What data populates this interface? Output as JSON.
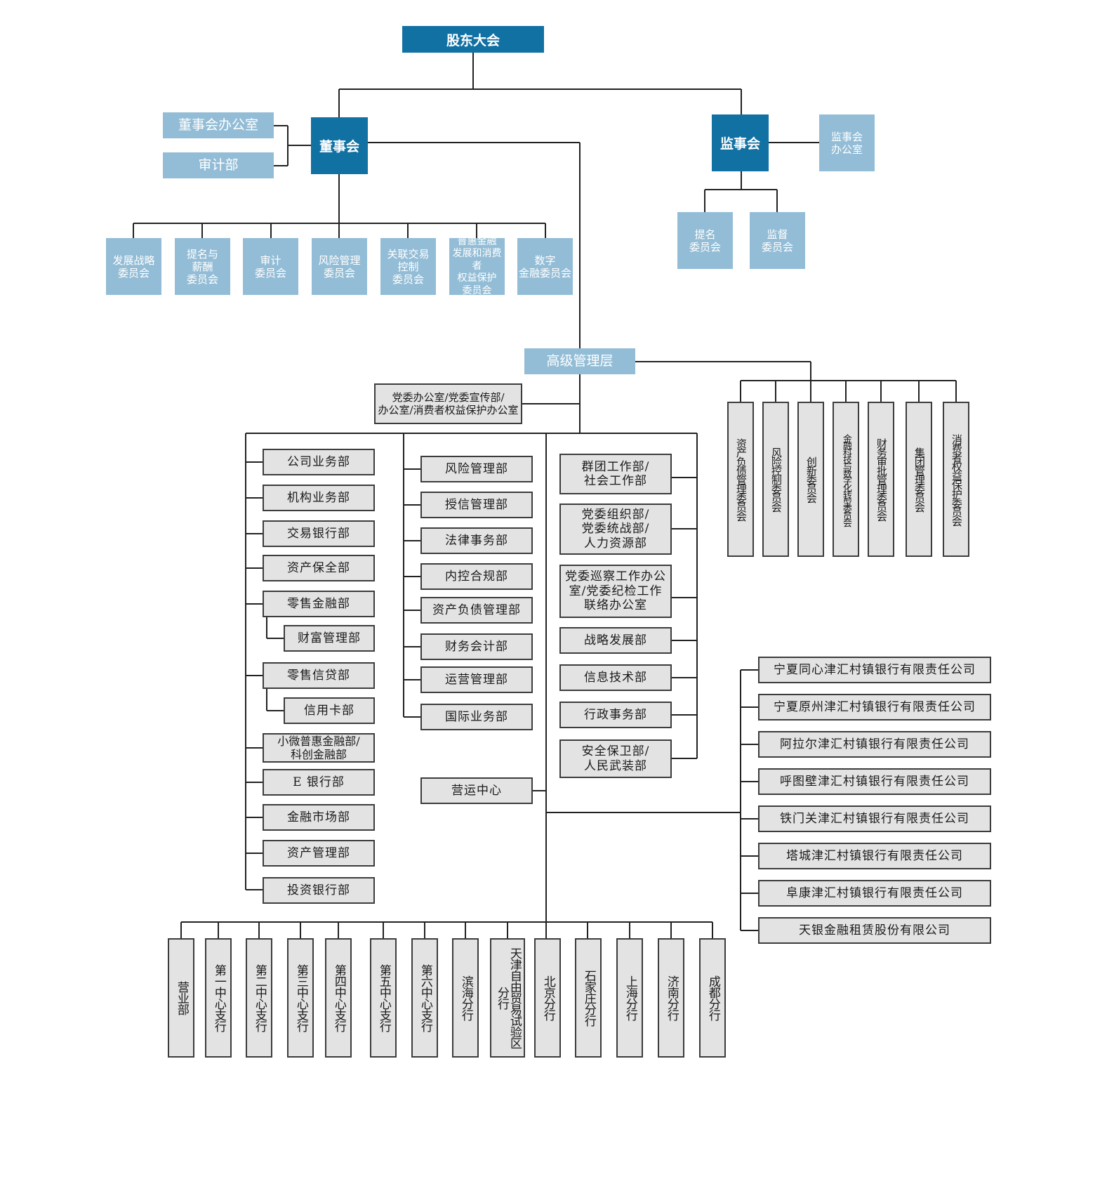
{
  "top": {
    "shareholders": "股东大会"
  },
  "board": {
    "name": "董事会",
    "office": "董事会办公室",
    "audit": "审计部",
    "committees": [
      "发展战略\n委员会",
      "提名与\n薪酬\n委员会",
      "审计\n委员会",
      "风险管理\n委员会",
      "关联交易\n控制\n委员会",
      "普惠金融\n发展和消费者\n权益保护\n委员会",
      "数字\n金融委员会"
    ]
  },
  "supervisory": {
    "name": "监事会",
    "office": "监事会\n办公室",
    "committees": [
      "提名\n委员会",
      "监督\n委员会"
    ]
  },
  "senior": {
    "name": "高级管理层",
    "party_office": "党委办公室/党委宣传部/\n办公室/消费者权益保护办公室",
    "committees": [
      "资产负债管理委员会",
      "风险控制委员会",
      "创新委员会",
      "金融科技与数字化转型委员会",
      "财务审批管理委员会",
      "集团管理委员会",
      "消费者权益保护委员会"
    ]
  },
  "departments": {
    "col1": [
      "公司业务部",
      "机构业务部",
      "交易银行部",
      "资产保全部",
      "零售金融部",
      "财富管理部",
      "零售信贷部",
      "信用卡部",
      "小微普惠金融部/\n科创金融部",
      "E 银行部",
      "金融市场部",
      "资产管理部",
      "投资银行部"
    ],
    "col2": [
      "风险管理部",
      "授信管理部",
      "法律事务部",
      "内控合规部",
      "资产负债管理部",
      "财务会计部",
      "运营管理部",
      "国际业务部"
    ],
    "operations_center": "营运中心",
    "col3": [
      "群团工作部/\n社会工作部",
      "党委组织部/\n党委统战部/\n人力资源部",
      "党委巡察工作办公\n室/党委纪检工作\n联络办公室",
      "战略发展部",
      "信息技术部",
      "行政事务部",
      "安全保卫部/\n人民武装部"
    ]
  },
  "subsidiaries": [
    "宁夏同心津汇村镇银行有限责任公司",
    "宁夏原州津汇村镇银行有限责任公司",
    "阿拉尔津汇村镇银行有限责任公司",
    "呼图壁津汇村镇银行有限责任公司",
    "铁门关津汇村镇银行有限责任公司",
    "塔城津汇村镇银行有限责任公司",
    "阜康津汇村镇银行有限责任公司",
    "天银金融租赁股份有限公司"
  ],
  "branches": [
    "营业部",
    "第一中心支行",
    "第二中心支行",
    "第三中心支行",
    "第四中心支行",
    "第五中心支行",
    "第六中心支行",
    "滨海分行",
    "天津自由贸易试验区分行",
    "北京分行",
    "石家庄分行",
    "上海分行",
    "济南分行",
    "成都分行"
  ]
}
